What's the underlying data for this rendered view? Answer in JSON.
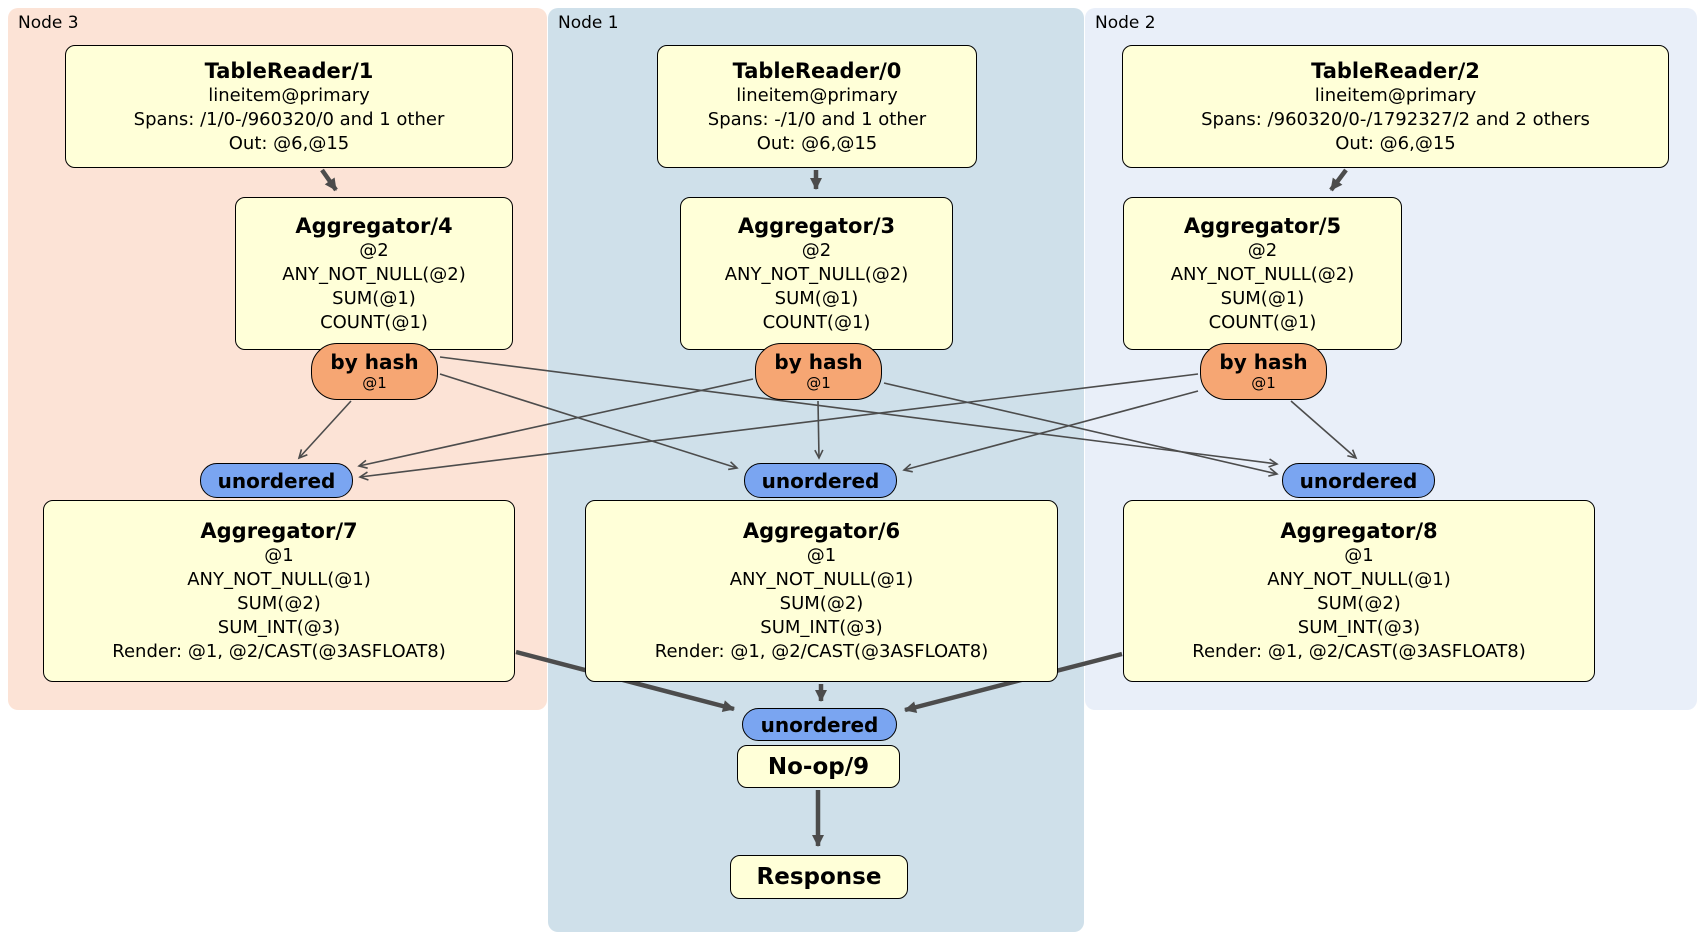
{
  "panels": [
    {
      "label": "Node 3"
    },
    {
      "label": "Node 1"
    },
    {
      "label": "Node 2"
    }
  ],
  "boxes": {
    "tr1": {
      "title": "TableReader/1",
      "lines": [
        "lineitem@primary",
        "Spans: /1/0-/960320/0 and 1 other",
        "Out: @6,@15"
      ]
    },
    "tr0": {
      "title": "TableReader/0",
      "lines": [
        "lineitem@primary",
        "Spans: -/1/0 and 1 other",
        "Out: @6,@15"
      ]
    },
    "tr2": {
      "title": "TableReader/2",
      "lines": [
        "lineitem@primary",
        "Spans: /960320/0-/1792327/2 and 2 others",
        "Out: @6,@15"
      ]
    },
    "agg4": {
      "title": "Aggregator/4",
      "lines": [
        "@2",
        "ANY_NOT_NULL(@2)",
        "SUM(@1)",
        "COUNT(@1)"
      ]
    },
    "agg3": {
      "title": "Aggregator/3",
      "lines": [
        "@2",
        "ANY_NOT_NULL(@2)",
        "SUM(@1)",
        "COUNT(@1)"
      ]
    },
    "agg5": {
      "title": "Aggregator/5",
      "lines": [
        "@2",
        "ANY_NOT_NULL(@2)",
        "SUM(@1)",
        "COUNT(@1)"
      ]
    },
    "agg7": {
      "title": "Aggregator/7",
      "lines": [
        "@1",
        "ANY_NOT_NULL(@1)",
        "SUM(@2)",
        "SUM_INT(@3)",
        "Render: @1, @2/CAST(@3ASFLOAT8)"
      ]
    },
    "agg6": {
      "title": "Aggregator/6",
      "lines": [
        "@1",
        "ANY_NOT_NULL(@1)",
        "SUM(@2)",
        "SUM_INT(@3)",
        "Render: @1, @2/CAST(@3ASFLOAT8)"
      ]
    },
    "agg8": {
      "title": "Aggregator/8",
      "lines": [
        "@1",
        "ANY_NOT_NULL(@1)",
        "SUM(@2)",
        "SUM_INT(@3)",
        "Render: @1, @2/CAST(@3ASFLOAT8)"
      ]
    },
    "noop": {
      "title": "No-op/9"
    },
    "response": {
      "title": "Response"
    }
  },
  "routers": {
    "by_hash": {
      "label": "by hash",
      "sub": "@1"
    },
    "unordered": {
      "label": "unordered"
    }
  },
  "colors": {
    "node3_bg": "#fce3d6",
    "node1_bg": "#cfe0ea",
    "node2_bg": "#e9eff9",
    "box_bg": "#ffffd8",
    "hash_router_bg": "#f6a673",
    "unordered_router_bg": "#7aa5f1",
    "edge": "#4c4c4c"
  }
}
